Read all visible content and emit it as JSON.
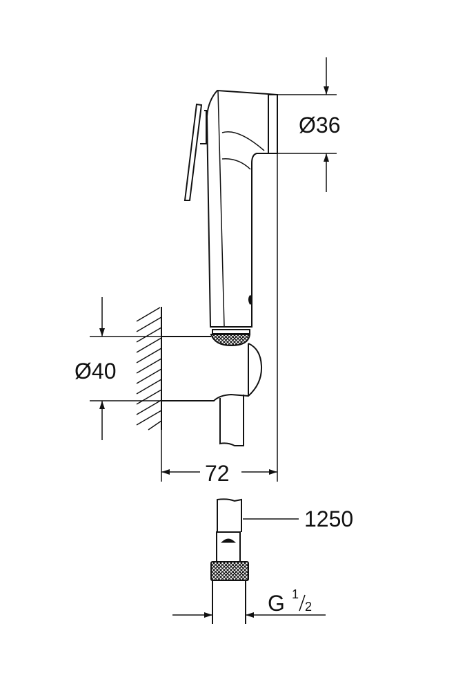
{
  "dimensions": {
    "head_diameter": "Ø36",
    "holder_diameter": "Ø40",
    "projection": "72",
    "hose_length": "1250",
    "thread_main": "G",
    "thread_num": "1",
    "thread_den": "2"
  },
  "colors": {
    "line": "#111111",
    "background": "#ffffff"
  }
}
